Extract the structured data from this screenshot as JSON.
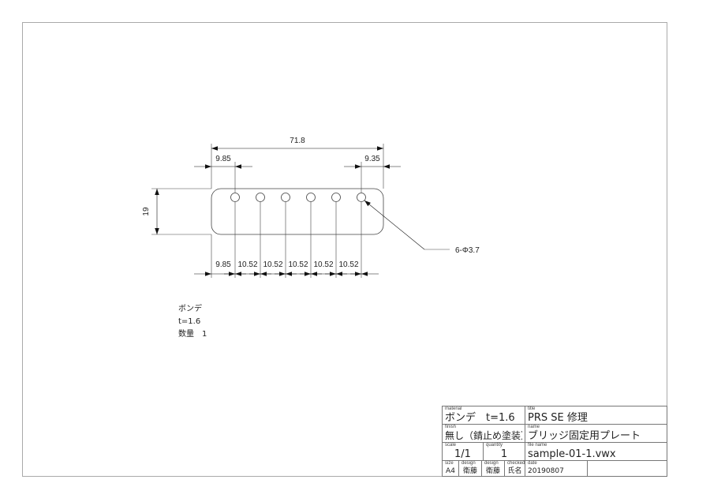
{
  "drawing": {
    "dim_overall_width": "71.8",
    "dim_left_edge": "9.85",
    "dim_right_edge": "9.35",
    "dim_height": "19",
    "dim_hole_callout": "6-Φ3.7",
    "dim_bottom": [
      "9.85",
      "10.52",
      "10.52",
      "10.52",
      "10.52",
      "10.52"
    ]
  },
  "notes": {
    "material": "ボンデ",
    "thickness": "t=1.6",
    "quantity": "数量　1"
  },
  "title_block": {
    "material_label": "material",
    "material_value": "ボンデ　t=1.6",
    "title_label": "title",
    "title_value": "PRS SE 修理",
    "finish_label": "finish",
    "finish_value": "無し（錆止め塗装）",
    "name_label": "name",
    "name_value": "ブリッジ固定用プレート",
    "scale_label": "scale",
    "scale_value": "1/1",
    "quantity_label": "quantity",
    "quantity_value": "1",
    "filename_label": "file name",
    "filename_value": "sample-01-1.vwx",
    "size_label": "size",
    "size_value": "A4",
    "design1_label": "design",
    "design1_value": "衛藤",
    "design2_label": "design",
    "design2_value": "衛藤",
    "checked_label": "checked",
    "checked_value": "氏名",
    "date_label": "date",
    "date_value": "20190807"
  }
}
